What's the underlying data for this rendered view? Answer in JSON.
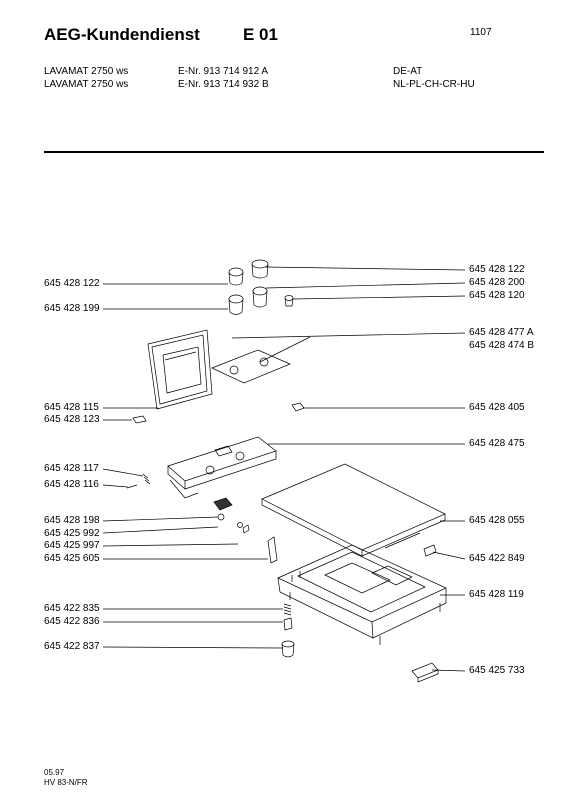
{
  "header": {
    "title": "AEG-Kundendienst",
    "section": "E 01",
    "page_number": "1107",
    "models": [
      {
        "name": "LAVAMAT 2750 ws",
        "enr": "E-Nr. 913 714 912 A",
        "countries": "DE-AT"
      },
      {
        "name": "LAVAMAT 2750 ws",
        "enr": "E-Nr. 913 714 932 B",
        "countries": "NL-PL-CH-CR-HU"
      }
    ]
  },
  "parts_left": [
    "645 428 122",
    "645 428 199",
    "645 428 115",
    "645 428 123",
    "645 428 117",
    "645 428 116",
    "645 428 198",
    "645 425 992",
    "645 425 997",
    "645 425 605",
    "645 422 835",
    "645 422 836",
    "645 422 837"
  ],
  "parts_right": [
    "645 428 122",
    "645 428 200",
    "645 428 120",
    "645 428 477 A",
    "645 428 474 B",
    "645 428 405",
    "645 428 475",
    "645 428 055",
    "645 422 849",
    "645 428 119",
    "645 425 733"
  ],
  "footer": {
    "date": "05.97",
    "code": "HV 83-N/FR"
  }
}
